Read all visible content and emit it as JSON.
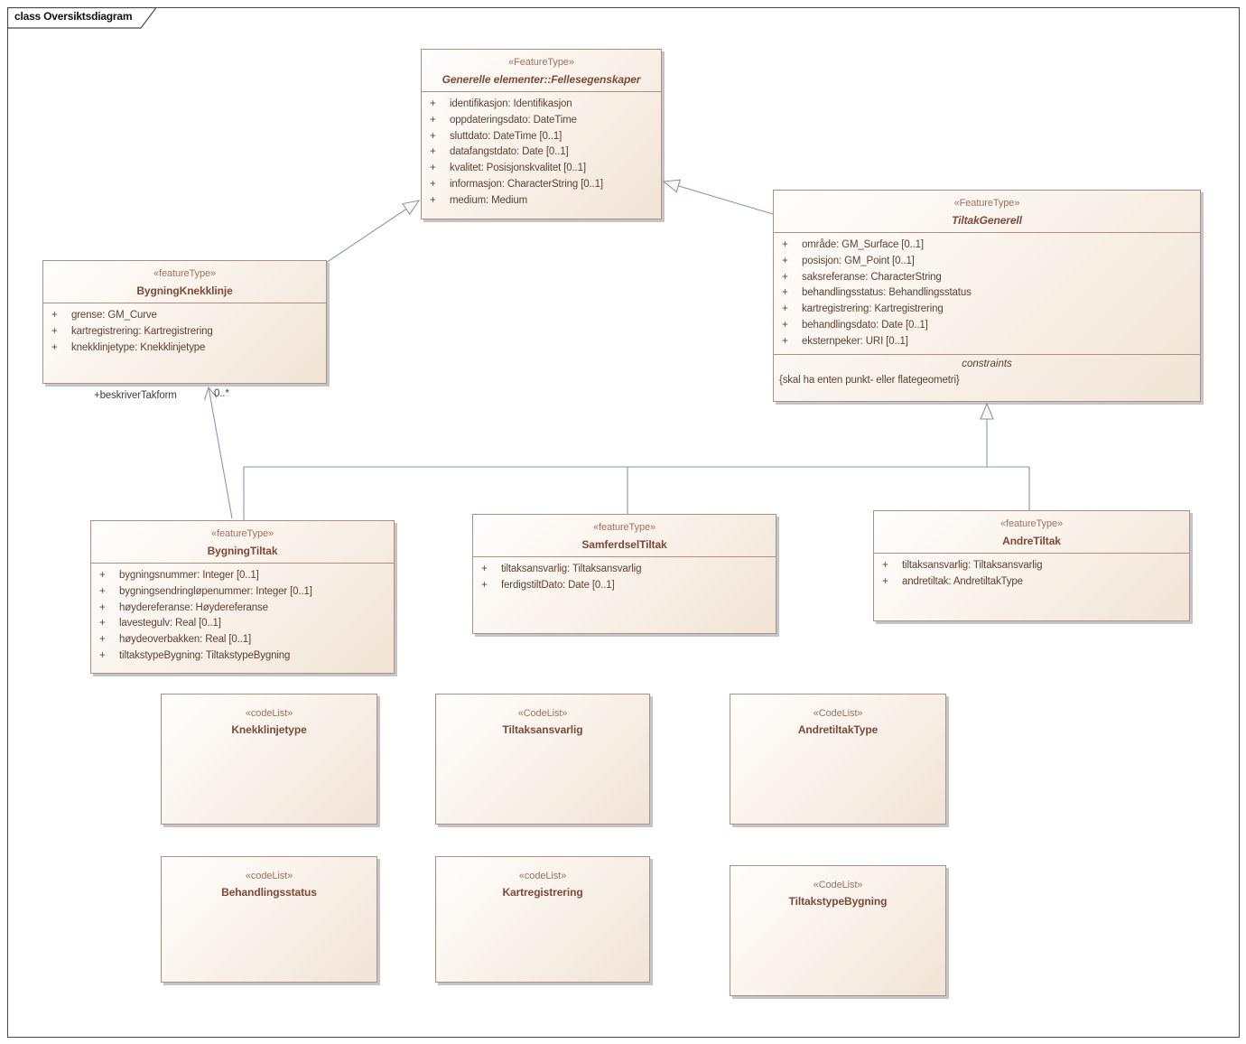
{
  "frame": {
    "label": "class Oversiktsdiagram"
  },
  "visibility_symbol": "+",
  "classes": [
    {
      "stereotype": "«FeatureType»",
      "name": "Generelle elementer::Fellesegenskaper",
      "attributes": [
        "identifikasjon: Identifikasjon",
        "oppdateringsdato: DateTime",
        "sluttdato: DateTime [0..1]",
        "datafangstdato: Date [0..1]",
        "kvalitet: Posisjonskvalitet [0..1]",
        "informasjon: CharacterString [0..1]",
        "medium: Medium"
      ]
    },
    {
      "stereotype": "«featureType»",
      "name": "BygningKnekklinje",
      "attributes": [
        "grense: GM_Curve",
        "kartregistrering: Kartregistrering",
        "knekklinjetype: Knekklinjetype"
      ]
    },
    {
      "stereotype": "«FeatureType»",
      "name": "TiltakGenerell",
      "attributes": [
        "område: GM_Surface [0..1]",
        "posisjon: GM_Point [0..1]",
        "saksreferanse: CharacterString",
        "behandlingsstatus: Behandlingsstatus",
        "kartregistrering: Kartregistrering",
        "behandlingsdato: Date [0..1]",
        "eksternpeker: URI [0..1]"
      ],
      "constraints_label": "constraints",
      "constraints": [
        "{skal ha enten punkt- eller flategeometri}"
      ]
    },
    {
      "stereotype": "«featureType»",
      "name": "BygningTiltak",
      "attributes": [
        "bygningsnummer: Integer [0..1]",
        "bygningsendringløpenummer: Integer [0..1]",
        "høydereferanse: Høydereferanse",
        "lavestegulv: Real [0..1]",
        "høydeoverbakken: Real [0..1]",
        "tiltakstypeBygning: TiltakstypeBygning"
      ]
    },
    {
      "stereotype": "«featureType»",
      "name": "SamferdselTiltak",
      "attributes": [
        "tiltaksansvarlig: Tiltaksansvarlig",
        "ferdigstiltDato: Date [0..1]"
      ]
    },
    {
      "stereotype": "«featureType»",
      "name": "AndreTiltak",
      "attributes": [
        "tiltaksansvarlig: Tiltaksansvarlig",
        "andretiltak: AndretiltakType"
      ]
    }
  ],
  "codelists": [
    {
      "stereotype": "«codeList»",
      "name": "Knekklinjetype"
    },
    {
      "stereotype": "«CodeList»",
      "name": "Tiltaksansvarlig"
    },
    {
      "stereotype": "«CodeList»",
      "name": "AndretiltakType"
    },
    {
      "stereotype": "«codeList»",
      "name": "Behandlingsstatus"
    },
    {
      "stereotype": "«codeList»",
      "name": "Kartregistrering"
    },
    {
      "stereotype": "«CodeList»",
      "name": "TiltakstypeBygning"
    }
  ],
  "association": {
    "role_label": "+beskriverTakform",
    "multiplicity": "0..*"
  },
  "colors": {
    "connector": "#8796ad",
    "box_border": "#ab9184",
    "box_fill_light": "#fffefd",
    "box_fill_dark": "#f1e3d5",
    "name_text": "#7d4939",
    "stereotype_text": "#9c7260",
    "attribute_text": "#5d4232",
    "frame_border": "#474747"
  }
}
